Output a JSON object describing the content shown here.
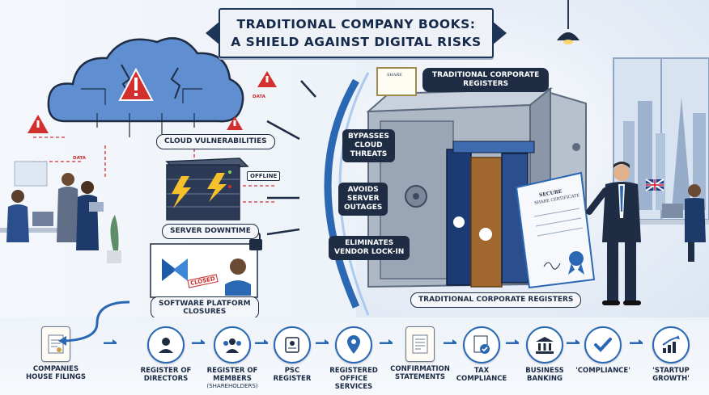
{
  "title": {
    "line1": "Traditional Company Books:",
    "line2": "A Shield Against Digital Risks"
  },
  "threats": {
    "cloud": "Cloud Vulnerabilities",
    "server": "Server Downtime",
    "software_line1": "Software Platform",
    "software_line2": "Closures",
    "offline_badge": "OFFLINE",
    "closed_stamp": "CLOSED",
    "data_small_1": "DATA",
    "data_small_2": "DATA"
  },
  "benefits": [
    {
      "line1": "Bypasses",
      "line2": "Cloud",
      "line3": "Threats"
    },
    {
      "line1": "Avoids",
      "line2": "Server",
      "line3": "Outages"
    },
    {
      "line1": "Eliminates",
      "line2": "Vendor Lock-in",
      "line3": ""
    }
  ],
  "registers": {
    "top_line1": "Traditional Corporate",
    "top_line2": "Registers",
    "bottom": "Traditional Corporate Registers",
    "certificate_line1": "SECURE",
    "certificate_line2": "SHARE CERTIFICATE",
    "share_label": "SHARE"
  },
  "flow": [
    {
      "label1": "Companies",
      "label2": "House Filings",
      "sub": "",
      "icon": "document-icon"
    },
    {
      "label1": "Register of",
      "label2": "Directors",
      "sub": "",
      "icon": "person-icon"
    },
    {
      "label1": "Register of",
      "label2": "Members",
      "sub": "(Shareholders)",
      "icon": "group-icon"
    },
    {
      "label1": "PSC",
      "label2": "Register",
      "sub": "",
      "icon": "badge-icon"
    },
    {
      "label1": "Registered",
      "label2": "Office",
      "sub": "Services",
      "icon": "location-pin-icon"
    },
    {
      "label1": "Confirmation",
      "label2": "Statements",
      "sub": "",
      "icon": "statement-icon"
    },
    {
      "label1": "Tax",
      "label2": "Compliance",
      "sub": "",
      "icon": "tax-check-icon"
    },
    {
      "label1": "Business",
      "label2": "Banking",
      "sub": "",
      "icon": "bank-icon"
    },
    {
      "label1": "'Compliance'",
      "label2": "",
      "sub": "",
      "icon": "checkmark-icon"
    },
    {
      "label1": "'Startup",
      "label2": "Growth'",
      "sub": "",
      "icon": "growth-chart-icon"
    }
  ],
  "colors": {
    "navy": "#1e2c44",
    "accent_blue": "#2a68b4",
    "danger_red": "#d32f2f",
    "warning_yellow": "#f6c02b"
  }
}
